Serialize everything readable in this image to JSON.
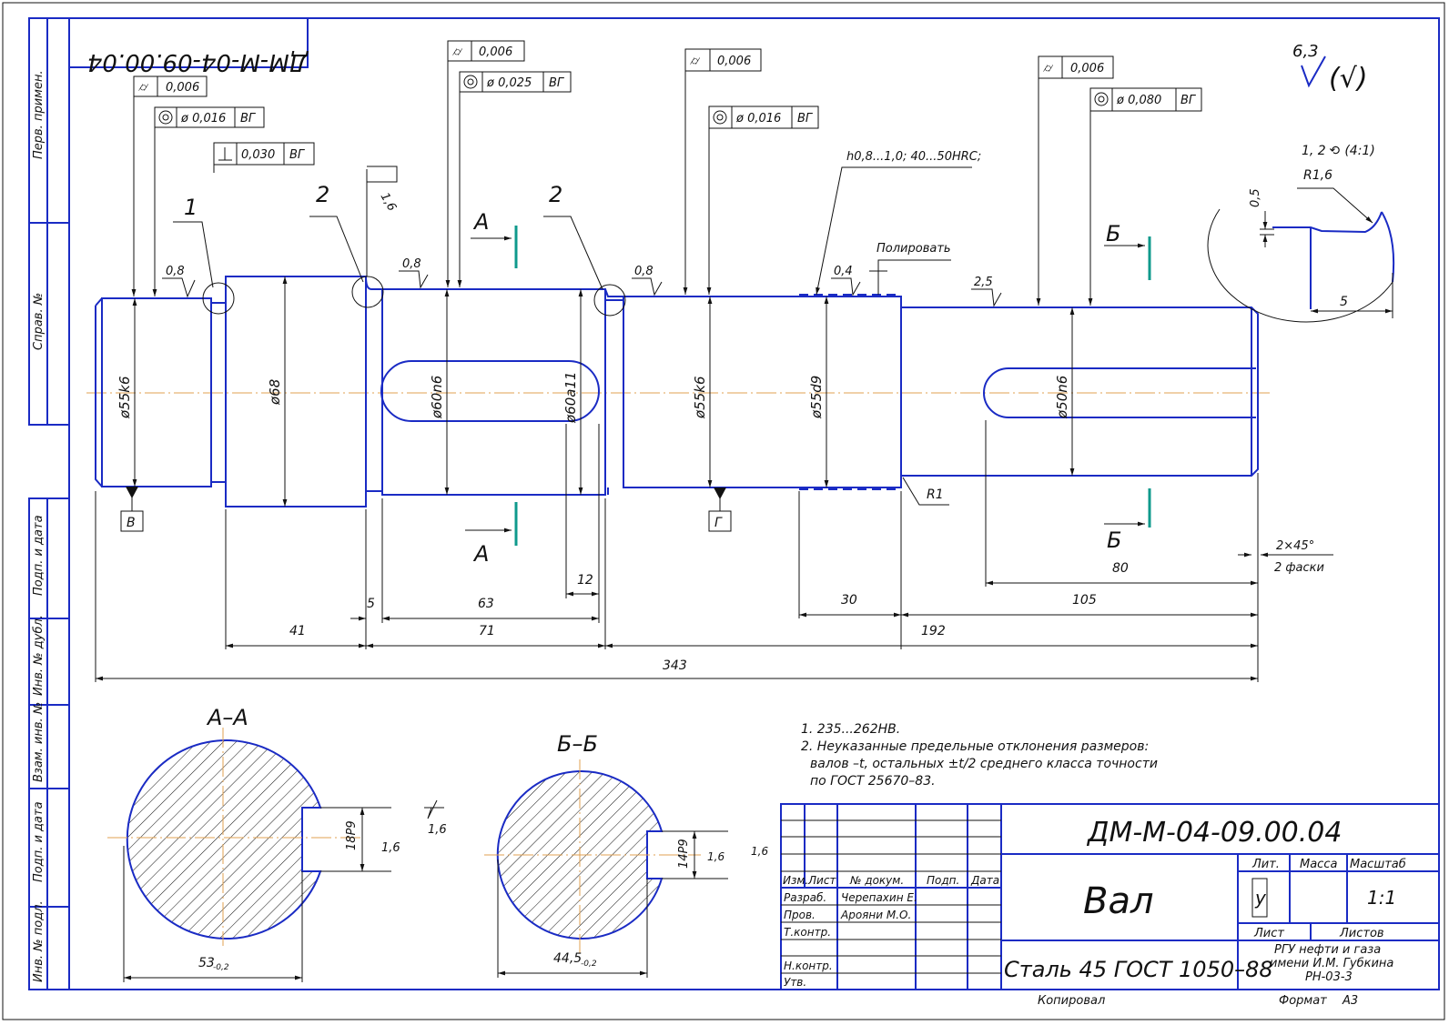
{
  "colors": {
    "outline": "#1a2bc4",
    "centerline": "#e0a050",
    "section_arrow": "#0f9a8c",
    "hatch": "#111111",
    "text": "#111111"
  },
  "drawing_code_mirrored": "ДМ-М-04-09.00.04",
  "side_labels": [
    "Перв. примен.",
    "Справ. №",
    "Подп. и дата",
    "Инв. № дубл.",
    "Взам. инв. №",
    "Подп. и дата",
    "Инв. № подл."
  ],
  "roughness_general": {
    "value": "6,3",
    "bracket": "(√)"
  },
  "tolerance_frames": [
    {
      "symbol": "runout",
      "value": "0,006"
    },
    {
      "symbol": "coaxiality",
      "value": "ø 0,016",
      "datum": "ВГ"
    },
    {
      "symbol": "perpendicularity",
      "value": "0,030",
      "datum": "ВГ"
    },
    {
      "symbol": "runout",
      "value": "0,006"
    },
    {
      "symbol": "coaxiality",
      "value": "ø 0,025",
      "datum": "ВГ"
    },
    {
      "symbol": "runout",
      "value": "0,006"
    },
    {
      "symbol": "coaxiality",
      "value": "ø 0,016",
      "datum": "ВГ"
    },
    {
      "symbol": "runout",
      "value": "0,006"
    },
    {
      "symbol": "coaxiality",
      "value": "ø 0,080",
      "datum": "ВГ"
    }
  ],
  "callouts": {
    "c1": "1",
    "c2": "2",
    "c3": "2",
    "hardening": "h0,8...1,0; 40...50HRC;",
    "polish": "Полировать",
    "r1": "R1",
    "chamfer": "2×45°",
    "chamfer_note": "2 фаски",
    "detail_scale": "1, 2 ⟲ (4:1)",
    "r16": "R1,6",
    "dim_05": "0,5",
    "dim_5": "5"
  },
  "roughness_marks": {
    "r1": "0,8",
    "r2": "0,8",
    "r3": "0,8",
    "r4": "0,4",
    "r5": "2,5",
    "r6": "1,6"
  },
  "diameters": {
    "d1": "ø55k6",
    "d2": "ø68",
    "d3": "ø60n6",
    "d4": "ø60a11",
    "d5": "ø55k6",
    "d6": "ø55d9",
    "d7": "ø50n6"
  },
  "datums": {
    "v": "В",
    "g": "Г"
  },
  "sections": {
    "a_upper": "А",
    "a_lower": "А",
    "b_upper": "Б",
    "b_lower": "Б",
    "aa_title": "А–А",
    "bb_title": "Б–Б"
  },
  "lengths": {
    "l5": "5",
    "l63": "63",
    "l12": "12",
    "l41": "41",
    "l71": "71",
    "l30": "30",
    "l105": "105",
    "l80": "80",
    "l192": "192",
    "l343": "343"
  },
  "section_dims": {
    "aa_key": "18P9",
    "aa_width": "53",
    "aa_tol": "-0,2",
    "aa_r1": "1,6",
    "aa_r2": "1,6",
    "bb_key": "14P9",
    "bb_width": "44,5",
    "bb_tol": "-0,2",
    "bb_r1": "1,6",
    "bb_r2": "1,6"
  },
  "notes": [
    "1. 235...262HB.",
    "2. Неуказанные предельные отклонения размеров:",
    "валов –t, остальных ±t/2 среднего класса точности",
    "по ГОСТ 25670–83."
  ],
  "title_block": {
    "code": "ДМ-М-04-09.00.04",
    "name": "Вал",
    "material": "Сталь 45 ГОСТ 1050–88",
    "org": [
      "РГУ нефти и газа",
      "имени И.М. Губкина",
      "РН-03-3"
    ],
    "headers": {
      "izm": "Изм.",
      "list": "Лист",
      "doc": "№ докум.",
      "sign": "Подп.",
      "date": "Дата"
    },
    "roles": {
      "razrab": "Разраб.",
      "prov": "Пров.",
      "tkontr": "Т.контр.",
      "nkontr": "Н.контр.",
      "utv": "Утв."
    },
    "names": {
      "razrab": "Черепахин Е.",
      "prov": "Арояни М.О."
    },
    "lit_label": "Лит.",
    "lit": "у",
    "massa": "Масса",
    "masshtab": "Масштаб",
    "scale": "1:1",
    "list_label": "Лист",
    "listov": "Листов",
    "copy": "Копировал",
    "format_label": "Формат",
    "format": "А3"
  }
}
